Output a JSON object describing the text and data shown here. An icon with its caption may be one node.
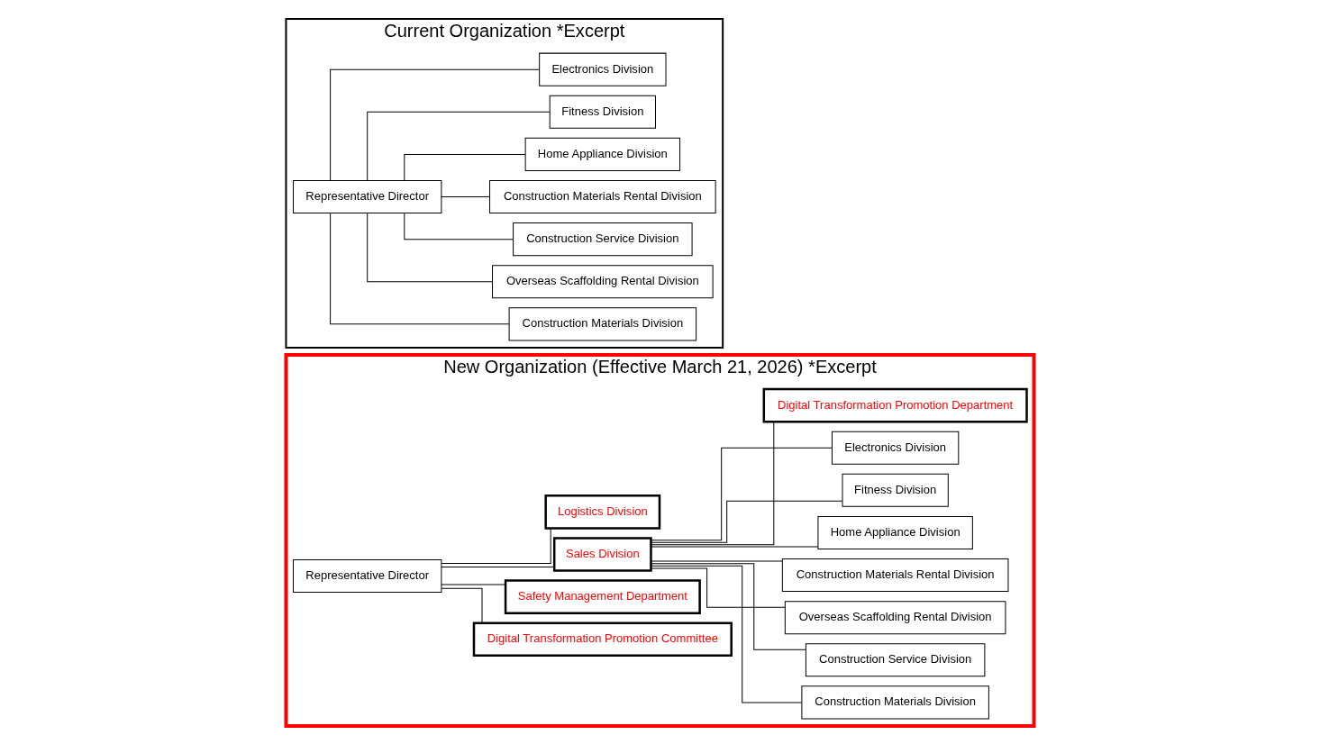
{
  "diagram": {
    "nodes": [
      {
        "text": [
          "New Organization (Effective March 21, 2026) *Excerpt"
        ]
      },
      {
        "text": [
          "Representative Director"
        ],
        "in": 0
      },
      {
        "text": [
          "Digital Transformation Promotion Committee"
        ],
        "in": 0
      },
      {
        "text": [
          "Safety Management Department"
        ],
        "in": 0
      },
      {
        "text": [
          "Sales Division"
        ],
        "in": 0
      },
      {
        "text": [
          "Construction Materials Division"
        ],
        "in": 0
      },
      {
        "text": [
          "Construction Service Division"
        ],
        "in": 0
      },
      {
        "text": [
          "Overseas Scaffolding Rental Division"
        ],
        "in": 0
      },
      {
        "text": [
          "Construction Materials Rental Division"
        ],
        "in": 0
      },
      {
        "text": [
          "Home Appliance Division"
        ],
        "in": 0
      },
      {
        "text": [
          "Fitness Division"
        ],
        "in": 0
      },
      {
        "text": [
          "Electronics Division"
        ],
        "in": 0
      },
      {
        "text": [
          "Digital Transformation Promotion Department"
        ],
        "in": 0
      },
      {
        "text": [
          "Logistics Division"
        ],
        "in": 0
      },
      {
        "text": [
          "Current Organization *Excerpt"
        ]
      },
      {
        "text": [
          "Representative Director"
        ],
        "in": 14
      },
      {
        "text": [
          "Construction Materials Division"
        ],
        "in": 14
      },
      {
        "text": [
          "Overseas Scaffolding Rental Division"
        ],
        "in": 14
      },
      {
        "text": [
          "Construction Service Division"
        ],
        "in": 14
      },
      {
        "text": [
          "Construction Materials Rental Division"
        ],
        "in": 14
      },
      {
        "text": [
          "Home Appliance Division"
        ],
        "in": 14
      },
      {
        "text": [
          "Fitness Division"
        ],
        "in": 14
      },
      {
        "text": [
          "Electronics Division"
        ],
        "in": 14
      }
    ],
    "edges": [
      {
        "from": 1,
        "to": 2,
        "arrow": "none"
      },
      {
        "from": 1,
        "to": 3,
        "arrow": "none"
      },
      {
        "from": 1,
        "to": 4,
        "arrow": "none"
      },
      {
        "from": 1,
        "to": 13,
        "arrow": "none"
      },
      {
        "from": 4,
        "to": 5,
        "arrow": "none"
      },
      {
        "from": 4,
        "to": 6,
        "arrow": "none"
      },
      {
        "from": 4,
        "to": 7,
        "arrow": "none"
      },
      {
        "from": 4,
        "to": 8,
        "arrow": "none"
      },
      {
        "from": 4,
        "to": 9,
        "arrow": "none"
      },
      {
        "from": 4,
        "to": 10,
        "arrow": "none"
      },
      {
        "from": 4,
        "to": 11,
        "arrow": "none"
      },
      {
        "from": 4,
        "to": 12,
        "arrow": "none"
      },
      {
        "from": 15,
        "to": 16,
        "arrow": "none"
      },
      {
        "from": 15,
        "to": 17,
        "arrow": "none"
      },
      {
        "from": 15,
        "to": 18,
        "arrow": "none"
      },
      {
        "from": 15,
        "to": 19,
        "arrow": "none"
      },
      {
        "from": 15,
        "to": 20,
        "arrow": "none"
      },
      {
        "from": 15,
        "to": 21,
        "arrow": "none"
      },
      {
        "from": 15,
        "to": 22,
        "arrow": "none"
      }
    ]
  }
}
